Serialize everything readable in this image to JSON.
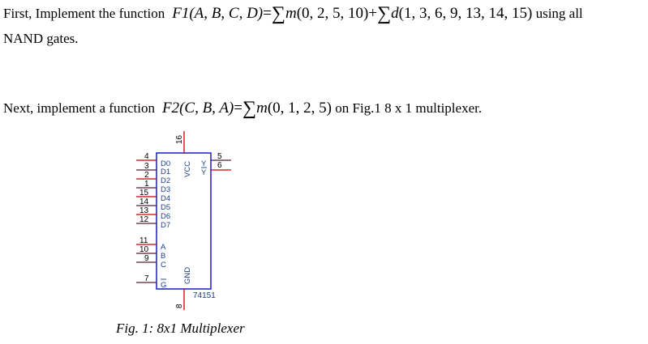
{
  "problem1": {
    "intro": "First, Implement the function",
    "func_name": "F1",
    "func_args": "(A, B, C, D)",
    "equals": "=",
    "sum1": "∑",
    "minterm_label": "m",
    "minterms": "(0, 2, 5, 10)",
    "plus": "+",
    "sum2": "∑",
    "dontcare_label": "d",
    "dontcares": "(1, 3, 6, 9, 13, 14, 15)",
    "tail": "using all",
    "line2": "NAND gates."
  },
  "problem2": {
    "intro": "Next, implement a function",
    "func_name": "F2",
    "func_args": "(C, B, A)",
    "equals": "=",
    "sum": "∑",
    "minterm_label": "m",
    "minterms": "(0, 1, 2, 5)",
    "tail": "on Fig.1 8 x 1 multiplexer."
  },
  "chip": {
    "part_number": "74151",
    "colors": {
      "outline": "#1a1acc",
      "pin_red": "#cc0000",
      "pin_dark": "#5a1a3a",
      "label": "#1a3e8c"
    },
    "left_pins": [
      {
        "num": "4",
        "label": "D0"
      },
      {
        "num": "3",
        "label": "D1"
      },
      {
        "num": "2",
        "label": "D2"
      },
      {
        "num": "1",
        "label": "D3"
      },
      {
        "num": "15",
        "label": "D4"
      },
      {
        "num": "14",
        "label": "D5"
      },
      {
        "num": "13",
        "label": "D6"
      },
      {
        "num": "12",
        "label": "D7"
      }
    ],
    "select_pins": [
      {
        "num": "11",
        "label": "A"
      },
      {
        "num": "10",
        "label": "B"
      },
      {
        "num": "9",
        "label": "C"
      }
    ],
    "enable_pin": {
      "num": "7",
      "label": "G"
    },
    "right_pins": [
      {
        "num": "5",
        "label": "Y"
      },
      {
        "num": "6",
        "label": "Y"
      }
    ],
    "vcc_pin": {
      "num": "16",
      "label": "VCC"
    },
    "gnd_pin": {
      "num": "8",
      "label": "GND"
    }
  },
  "caption": "Fig. 1: 8x1 Multiplexer"
}
